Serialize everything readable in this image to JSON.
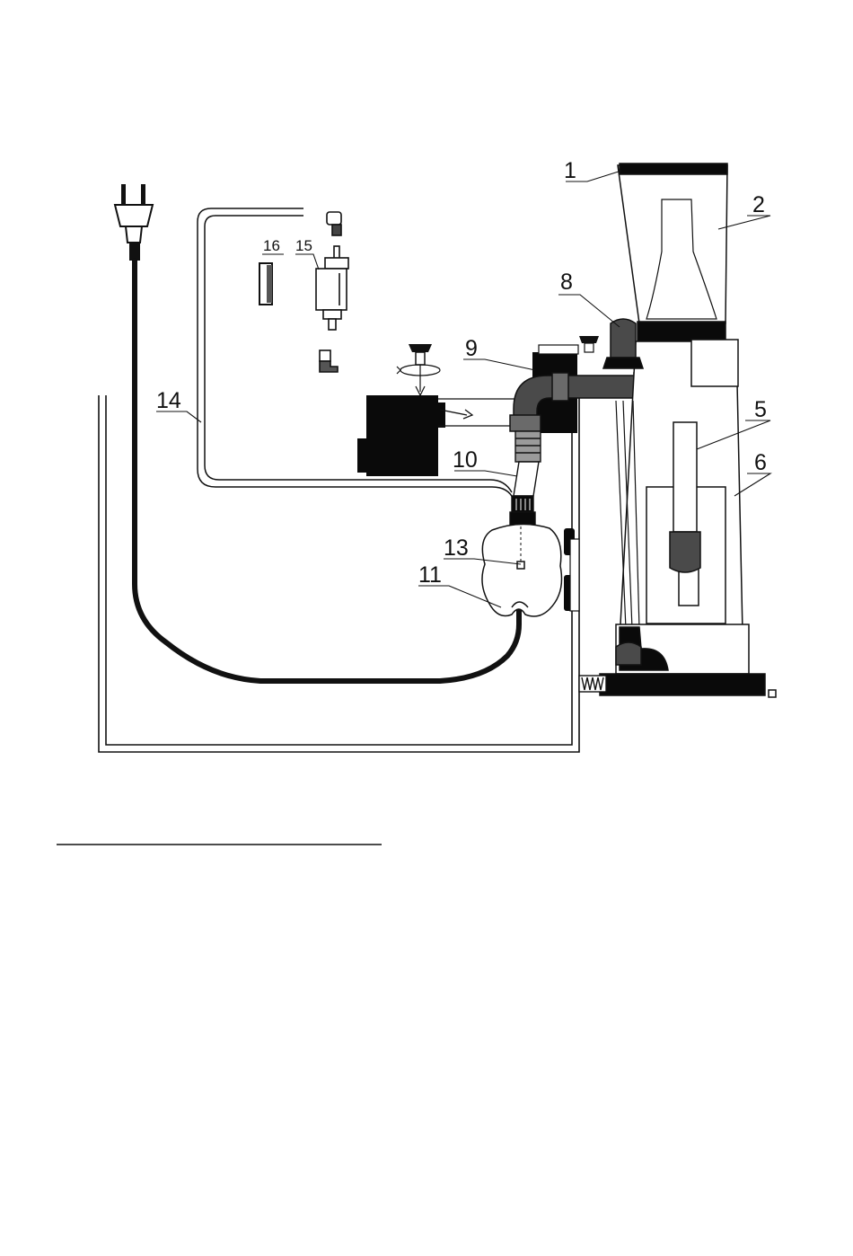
{
  "diagram": {
    "callouts": [
      {
        "id": "1",
        "text": "1"
      },
      {
        "id": "2",
        "text": "2"
      },
      {
        "id": "5",
        "text": "5"
      },
      {
        "id": "6",
        "text": "6"
      },
      {
        "id": "8",
        "text": "8"
      },
      {
        "id": "9",
        "text": "9"
      },
      {
        "id": "10",
        "text": "10"
      },
      {
        "id": "11",
        "text": "11"
      },
      {
        "id": "13",
        "text": "13"
      },
      {
        "id": "14",
        "text": "14"
      },
      {
        "id": "15",
        "text": "15"
      },
      {
        "id": "16",
        "text": "16"
      }
    ]
  },
  "colors": {
    "ink": "#111111",
    "dark_grey": "#4a4a4a",
    "mid_grey": "#8a8a8a",
    "paper": "#ffffff"
  }
}
